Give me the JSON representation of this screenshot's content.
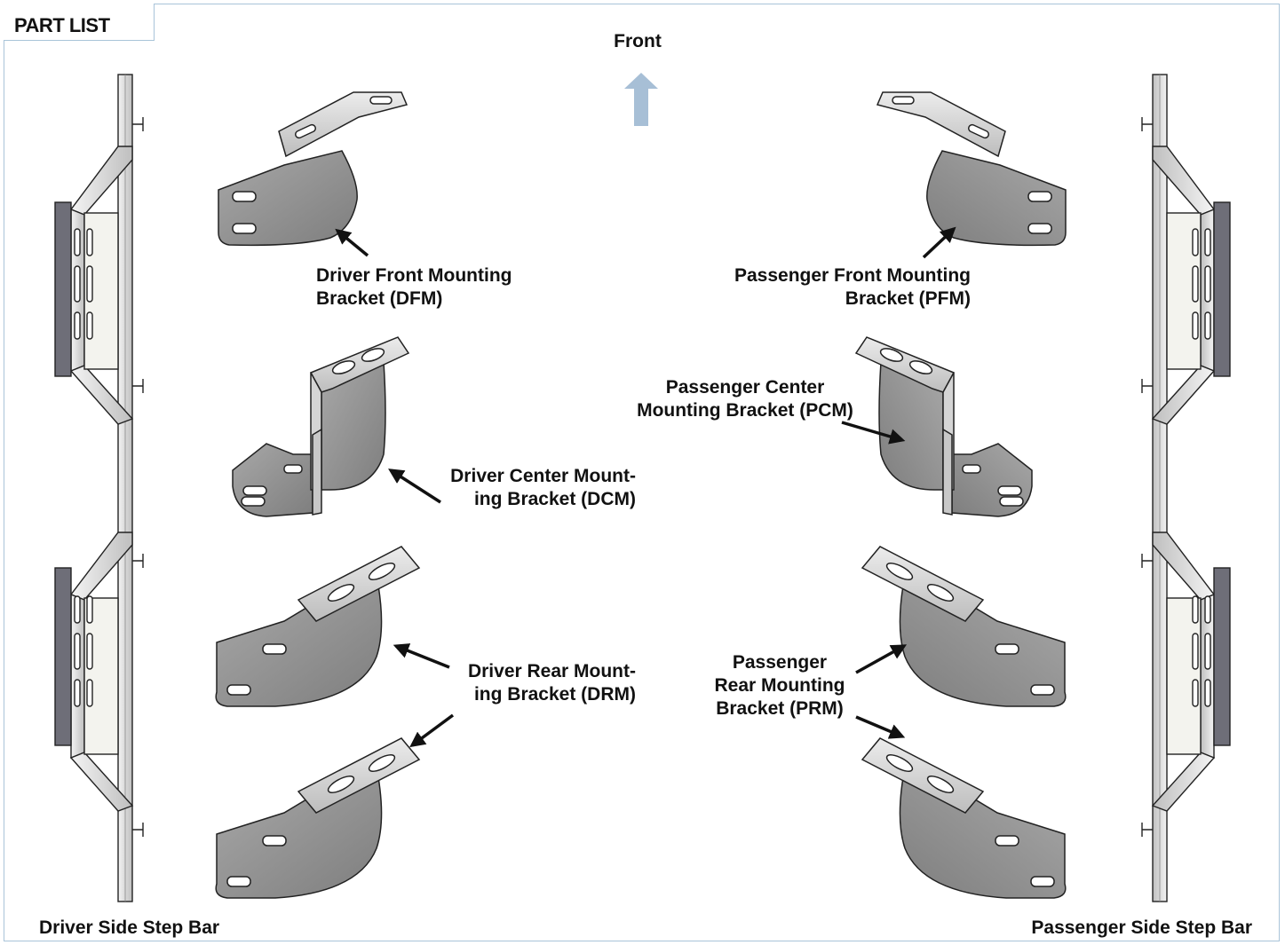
{
  "header": {
    "tab_label": "PART LIST"
  },
  "direction": {
    "label": "Front",
    "arrow_color": "#a7bfd6"
  },
  "parts": {
    "dfm": {
      "line1": "Driver Front Mounting",
      "line2": "Bracket (DFM)"
    },
    "dcm": {
      "line1": "Driver Center Mount-",
      "line2": "ing Bracket (DCM)"
    },
    "drm": {
      "line1": "Driver Rear Mount-",
      "line2": "ing Bracket (DRM)"
    },
    "pfm": {
      "line1": "Passenger Front Mounting",
      "line2": "Bracket (PFM)"
    },
    "pcm": {
      "line1": "Passenger Center",
      "line2": "Mounting Bracket (PCM)"
    },
    "prm": {
      "line1": "Passenger",
      "line2": "Rear Mounting",
      "line3": "Bracket (PRM)"
    }
  },
  "step_bars": {
    "driver": "Driver Side Step Bar",
    "passenger": "Passenger Side Step Bar"
  },
  "colors": {
    "frame": "#a9c4d9",
    "metal": "#8c8c8c",
    "metal_light": "#d6d6d6",
    "outline": "#222222"
  }
}
